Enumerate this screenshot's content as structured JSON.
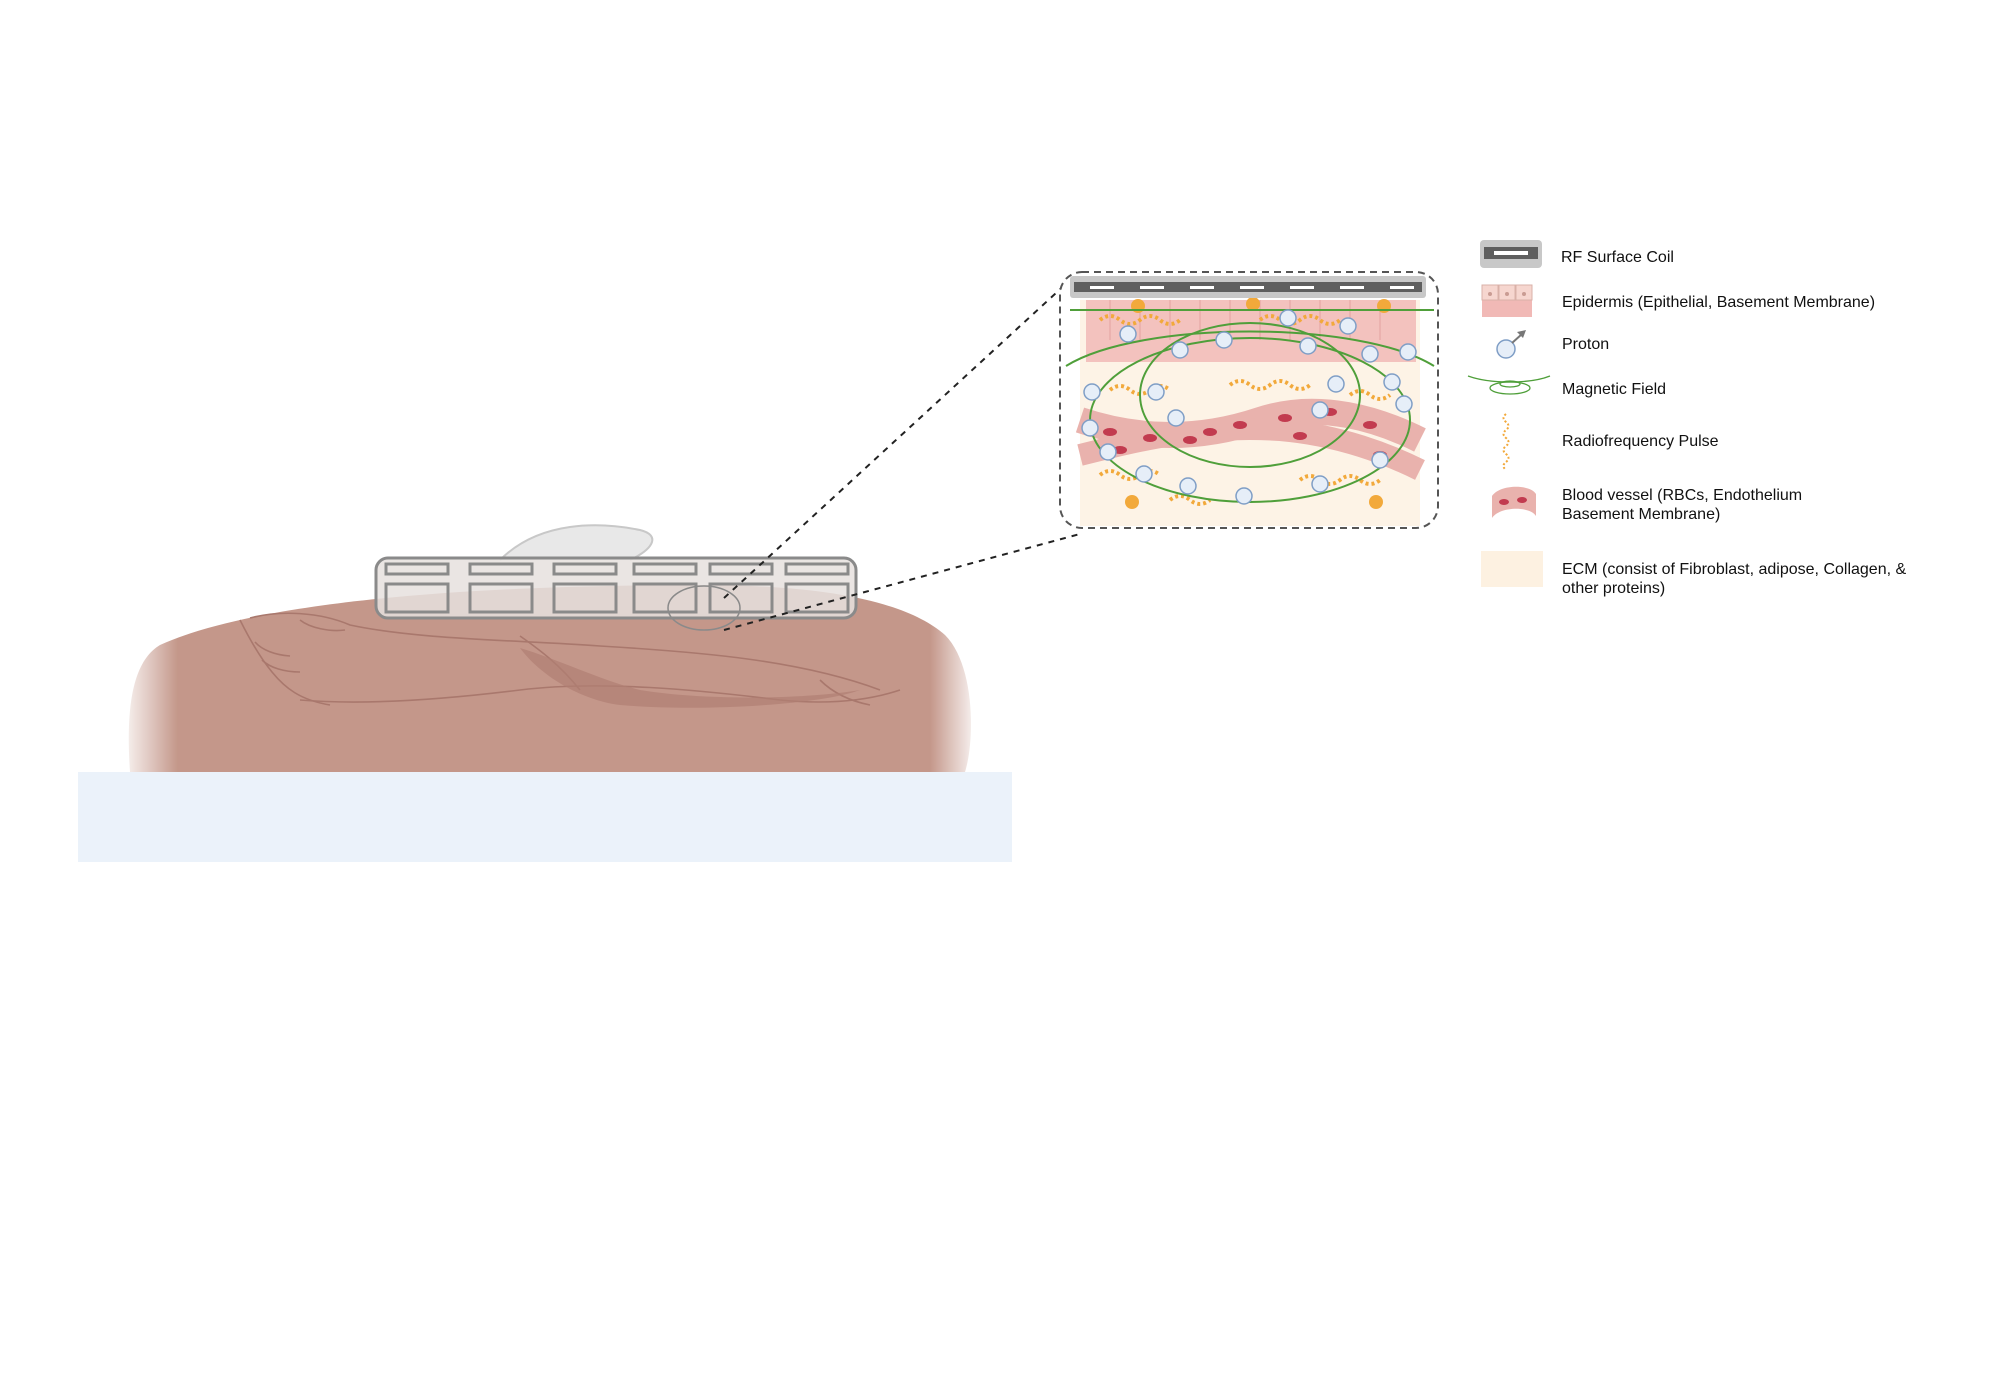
{
  "legend": {
    "items": [
      {
        "id": "rf-surface-coil",
        "label": "RF Surface Coil",
        "icon": "rf-coil-icon",
        "color": "#6b6b6b"
      },
      {
        "id": "epidermis",
        "label": "Epidermis (Epithelial, Basement Membrane)",
        "icon": "epidermis-icon",
        "color": "#f1b9b6"
      },
      {
        "id": "proton",
        "label": "Proton",
        "icon": "proton-icon",
        "color": "#e6eef8"
      },
      {
        "id": "magnetic-field",
        "label": "Magnetic Field",
        "icon": "magnetic-field-icon",
        "color": "#5aa845"
      },
      {
        "id": "radiofrequency-pulse",
        "label": "Radiofrequency Pulse",
        "icon": "rf-pulse-icon",
        "color": "#f2a93b"
      },
      {
        "id": "blood-vessel",
        "label": "Blood vessel (RBCs, Endothelium\nBasement Membrane)",
        "icon": "blood-vessel-icon",
        "color": "#c23b4f"
      },
      {
        "id": "ecm",
        "label": "ECM (consist of Fibroblast, adipose, Collagen, &\nother proteins)",
        "icon": "ecm-icon",
        "color": "#fdf1e1"
      }
    ]
  },
  "colors": {
    "skin": "#c4978a",
    "skin_outline": "#a9786d",
    "table": "#ebf2fa",
    "coil_fill": "#e6e0de",
    "coil_stroke": "#8a8a8a",
    "coil_dark": "#5f5f5f",
    "proton_fill": "#e6eef8",
    "proton_stroke": "#7f9ec6",
    "field": "#4f9f3a",
    "pulse": "#f2a93b",
    "rbc": "#c23b4f",
    "vessel": "#e9b2ad",
    "ecm": "#fdf3e6",
    "epidermis": "#f1b9b6"
  }
}
